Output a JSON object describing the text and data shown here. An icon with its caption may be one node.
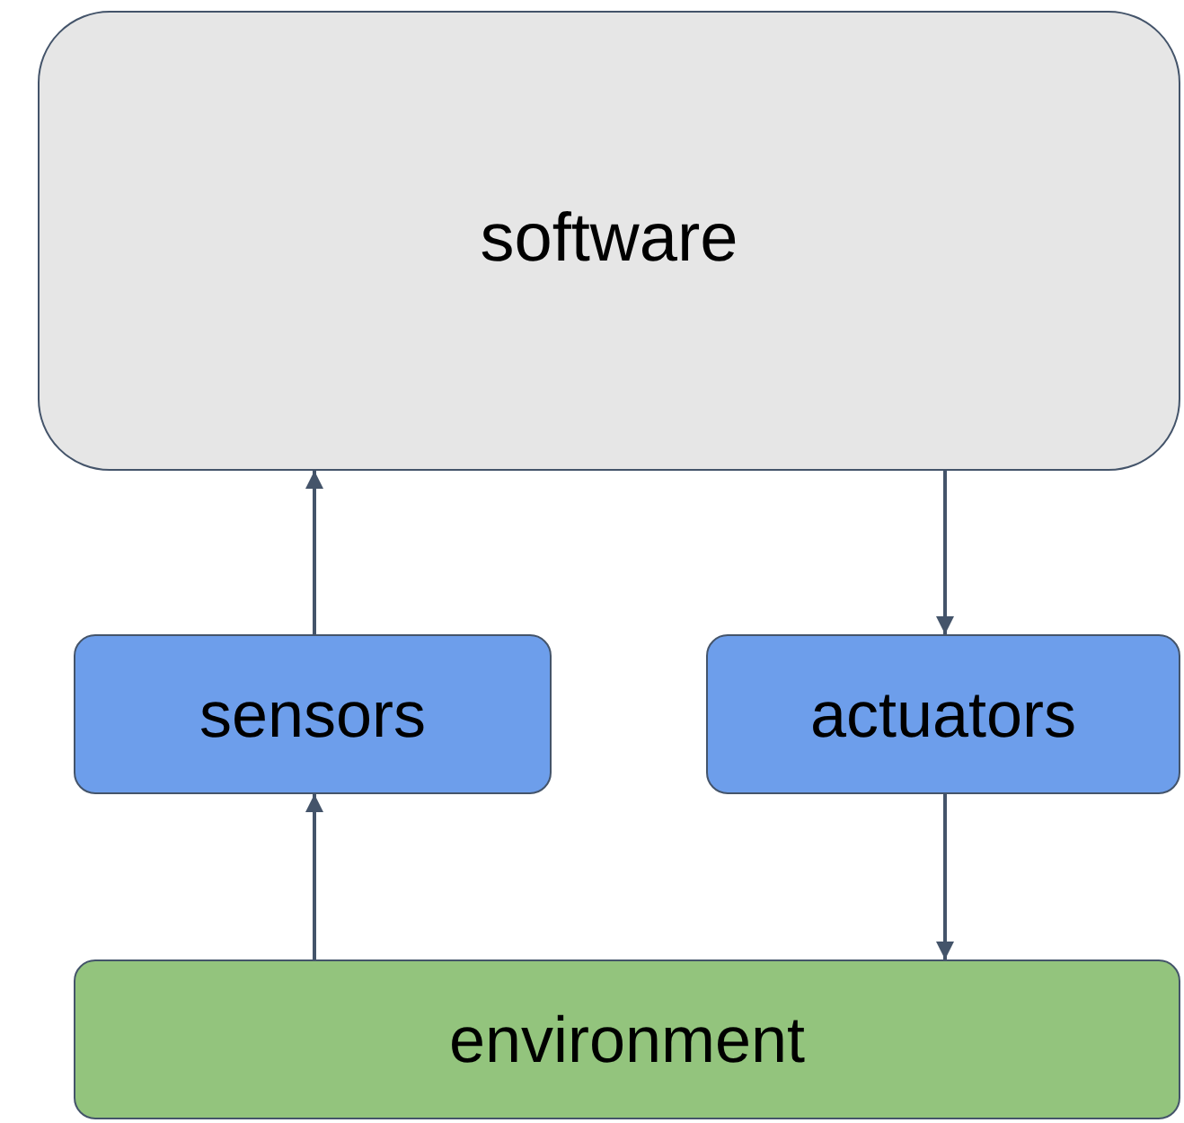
{
  "diagram": {
    "nodes": [
      {
        "text": [
          "software"
        ]
      },
      {
        "text": [
          "sensors"
        ]
      },
      {
        "text": [
          "actuators"
        ]
      },
      {
        "text": [
          "environment"
        ]
      }
    ],
    "edges": [
      {
        "from": 3,
        "to": 1,
        "arrow": "to"
      },
      {
        "from": 1,
        "to": 0,
        "arrow": "to"
      },
      {
        "from": 0,
        "to": 2,
        "arrow": "to"
      },
      {
        "from": 2,
        "to": 3,
        "arrow": "to"
      }
    ]
  }
}
